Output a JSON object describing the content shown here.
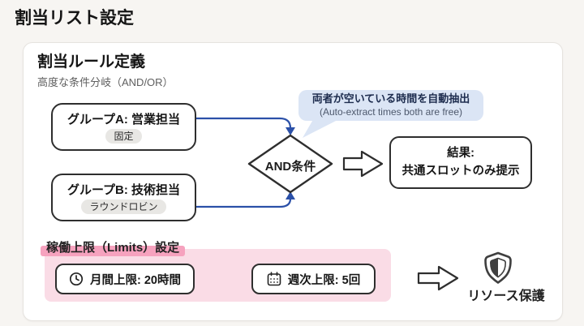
{
  "page": {
    "title": "割当リスト設定"
  },
  "card": {
    "heading": "割当ルール定義",
    "subheading": "高度な条件分岐（AND/OR）",
    "groups": [
      {
        "label": "グループA: 営業担当",
        "badge": "固定"
      },
      {
        "label": "グループB: 技術担当",
        "badge": "ラウンドロビン"
      }
    ],
    "condition": {
      "label": "AND条件"
    },
    "tooltip": {
      "line1": "両者が空いている時間を自動抽出",
      "line2": "(Auto-extract times both are free)"
    },
    "result": {
      "line1": "結果:",
      "line2": "共通スロットのみ提示"
    },
    "limits": {
      "heading": "稼働上限（Limits）設定",
      "items": [
        {
          "icon": "clock-icon",
          "label": "月間上限: 20時間"
        },
        {
          "icon": "calendar-icon",
          "label": "週次上限: 5回"
        }
      ],
      "outcome": {
        "icon": "shield-icon",
        "label": "リソース保護"
      }
    }
  },
  "colors": {
    "page_bg": "#f7f5f2",
    "card_bg": "#ffffff",
    "box_border": "#2e2e2e",
    "accent_blue": "#2b50a8",
    "tooltip_bg": "#dbe5f5",
    "tooltip_text": "#1d2c4e",
    "pink_bg": "#fadce6",
    "pink_highlight": "#f6a2be",
    "badge_bg": "#e8e7e4"
  }
}
